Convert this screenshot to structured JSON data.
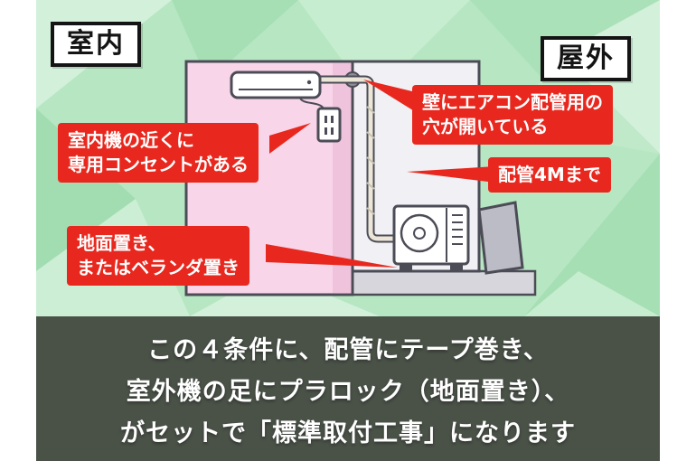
{
  "labels": {
    "indoor": "室内",
    "outdoor": "屋外"
  },
  "callouts": {
    "outlet": {
      "line1": "室内機の近くに",
      "line2": "専用コンセントがある"
    },
    "hole": {
      "line1": "壁にエアコン配管用の",
      "line2": "穴が開いている"
    },
    "pipe": {
      "line1": "配管4Mまで"
    },
    "placement": {
      "line1": "地面置き、",
      "line2": "またはベランダ置き"
    }
  },
  "footer": {
    "line1": "この４条件に、配管にテープ巻き、",
    "line2": "室外機の足にプラロック（地面置き）、",
    "line3": "がセットで「標準取付工事」になります"
  },
  "icons": {
    "indoor_ac_unit": "indoor-ac-unit-icon",
    "power_outlet": "power-outlet-icon",
    "pipe": "pipe-icon",
    "wall_hole": "wall-hole-icon",
    "outdoor_unit": "outdoor-unit-icon"
  },
  "colors": {
    "background_green": "#b7e6c2",
    "wall_pink": "#f8d5e8",
    "interior_wall": "#f1f0f4",
    "callout_red": "#e8281e",
    "footer_background": "#4a5248",
    "outline": "#4c4c57"
  }
}
